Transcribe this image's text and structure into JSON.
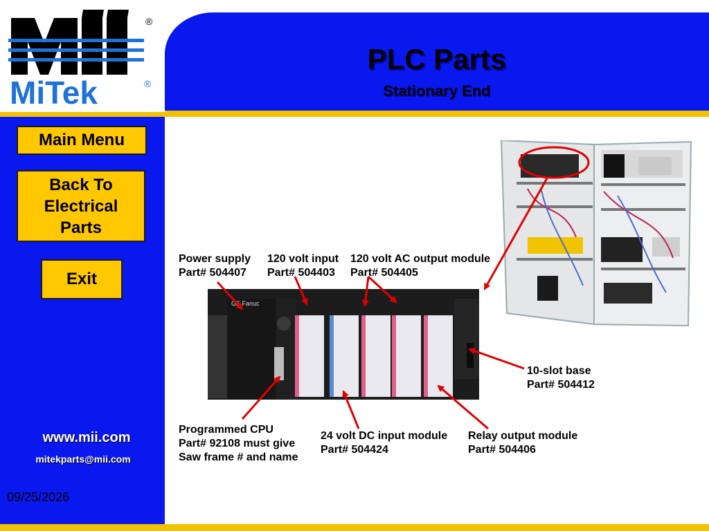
{
  "header": {
    "title": "PLC Parts",
    "subtitle": "Stationary End"
  },
  "logo": {
    "top_mark": "MII",
    "wordmark": "MiTek",
    "registered": "®"
  },
  "nav": {
    "main_menu": "Main Menu",
    "back": "Back To\nElectrical\nParts",
    "exit": "Exit"
  },
  "contact": {
    "website": "www.mii.com",
    "email": "mitekparts@mii.com"
  },
  "date": "09/25/2026",
  "labels": {
    "power_supply": "Power supply\nPart# 504407",
    "input_120": "120 volt input\nPart# 504403",
    "output_120": "120 volt AC output module\nPart# 504405",
    "base": "10-slot base\nPart# 504412",
    "cpu": "Programmed CPU\nPart# 92108 must give\nSaw frame # and name",
    "dc_input": "24 volt DC input module\nPart# 504424",
    "relay": "Relay output module\nPart# 504406"
  },
  "photos": {
    "plc_brand": "GE Fanuc"
  },
  "colors": {
    "brand_blue": "#0a18f0",
    "gold": "#f2c200",
    "button": "#ffc800",
    "arrow": "#e00000",
    "logo_blue": "#1e73d8"
  }
}
